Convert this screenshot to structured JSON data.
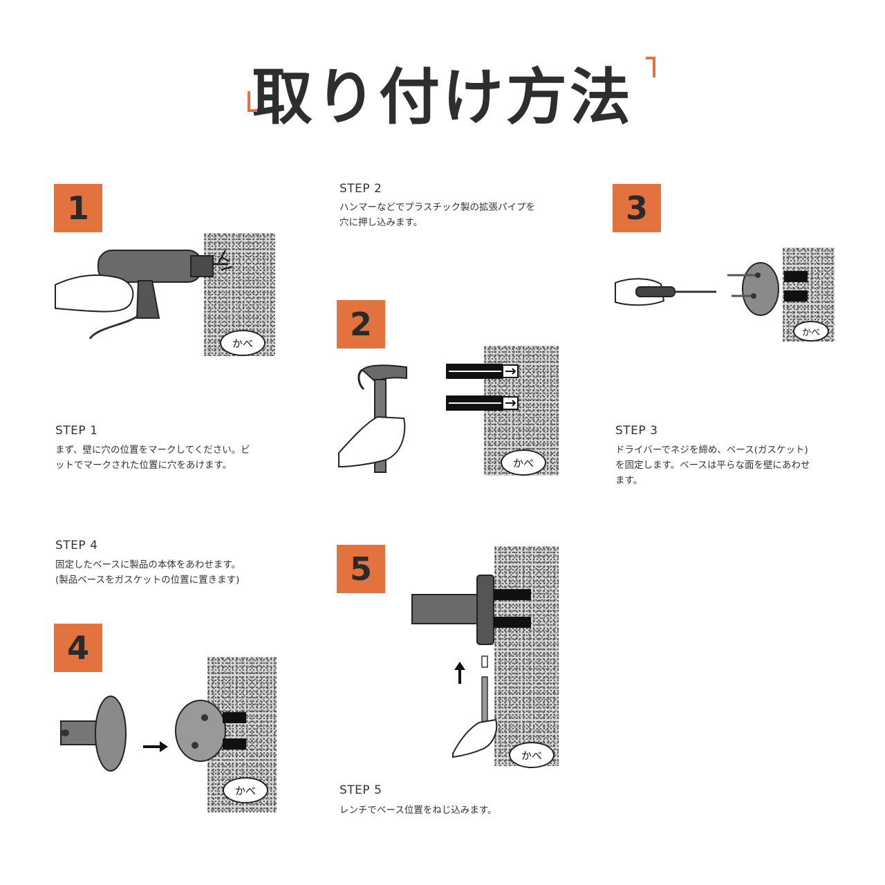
{
  "header": {
    "title": "取り付け方法",
    "accent_color": "#e2733f"
  },
  "steps": [
    {
      "number": "1",
      "title": "STEP 1",
      "line1": "まず、壁に穴の位置をマークしてください。ビ",
      "line2": "ットでマークされた位置に穴をあけます。",
      "line3": ""
    },
    {
      "number": "2",
      "title": "STEP 2",
      "line1": "ハンマーなどでプラスチック製の拡張パイプを",
      "line2": "穴に押し込みます。",
      "line3": ""
    },
    {
      "number": "3",
      "title": "STEP 3",
      "line1": "ドライバーでネジを締め、ベース(ガスケット)",
      "line2": "を固定します。ベースは平らな面を壁にあわせ",
      "line3": "ます。"
    },
    {
      "number": "4",
      "title": "STEP 4",
      "line1": "固定したベースに製品の本体をあわせます。",
      "line2": "(製品ベースをガスケットの位置に置きます)",
      "line3": ""
    },
    {
      "number": "5",
      "title": "STEP 5",
      "line1": "レンチでベース位置をねじ込みます。",
      "line2": "",
      "line3": ""
    }
  ],
  "wall_label": "かべ"
}
